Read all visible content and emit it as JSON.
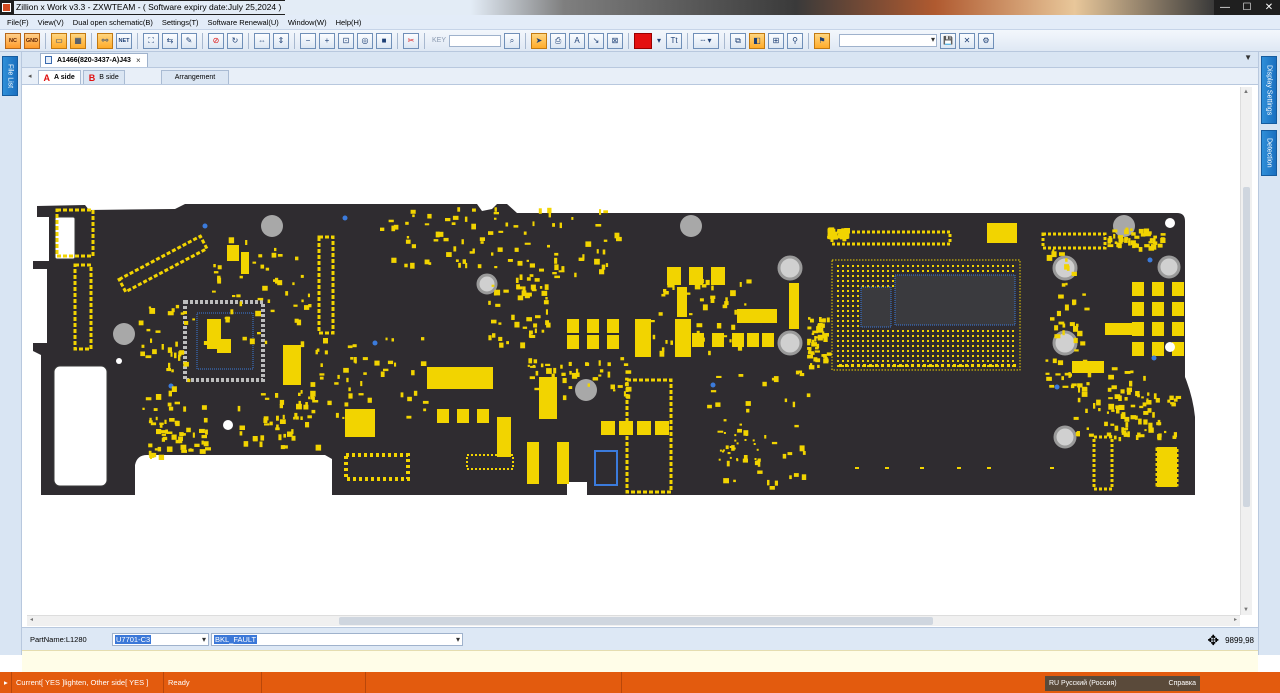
{
  "window": {
    "title": "Zillion x Work v3.3 - ZXWTEAM - ( Software expiry date:July 25,2024 )",
    "controls": {
      "minimize": "—",
      "maximize": "☐",
      "close": "✕"
    }
  },
  "menu": [
    "File(F)",
    "View(V)",
    "Dual open schematic(B)",
    "Settings(T)",
    "Software Renewal(U)",
    "Window(W)",
    "Help(H)"
  ],
  "toolbar": {
    "nc_label": "NC",
    "gnd_label": "GND",
    "net_label": "NET",
    "key_label": "KEY",
    "key_value": "",
    "text_tool_label": "Tt",
    "right_combo_value": "",
    "accent_color": "#e41010"
  },
  "left_panel": {
    "tab_label": "File List"
  },
  "right_panel": {
    "tabs": [
      "Display Settings",
      "Detection"
    ]
  },
  "document": {
    "tab_title": "A1466(820-3437-A)J43",
    "close_symbol": "×",
    "side_tabs": [
      {
        "letter": "A",
        "label": "A side",
        "active": true
      },
      {
        "letter": "B",
        "label": "B side",
        "active": false
      }
    ],
    "arrangement_label": "Arrangement"
  },
  "board": {
    "board_color": "#2f2c30",
    "pad_color": "#f2d400",
    "hole_color": "#a8a8a8",
    "via_color": "#3b7bdc"
  },
  "part_bar": {
    "part_name": "PartName:L1280",
    "part_select": "U7701-C3",
    "net_select": "BKL_FAULT",
    "coordinates": "9899,98"
  },
  "status": {
    "current": "Current[ YES ]lighten, Other side[ YES ]",
    "state": "Ready",
    "language": "RU Русский (Россия)",
    "help": "Справка"
  }
}
